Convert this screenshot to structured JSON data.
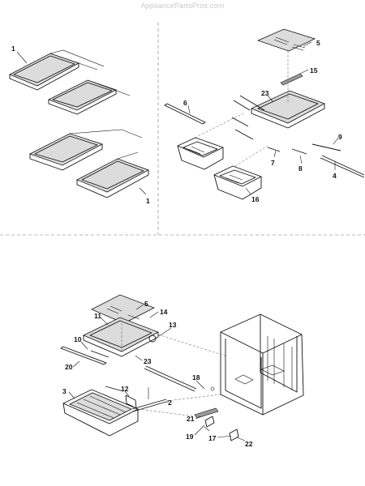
{
  "watermark": "AppliancePartsPros.com",
  "callouts": [
    "1",
    "1",
    "5",
    "15",
    "23",
    "6",
    "9",
    "7",
    "8",
    "4",
    "16",
    "5",
    "14",
    "11",
    "13",
    "10",
    "23",
    "20",
    "18",
    "3",
    "12",
    "2",
    "21",
    "19",
    "17",
    "22"
  ]
}
